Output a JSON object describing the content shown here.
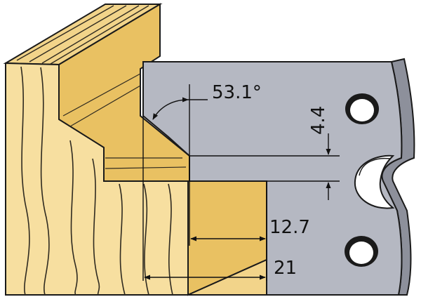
{
  "diagram": {
    "angle_label": "53.1°",
    "dimensions": {
      "height_small": "4.4",
      "width_inner": "12.7",
      "width_total": "21"
    }
  },
  "colors": {
    "wood_face": "#f7dfa0",
    "wood_top": "#f2d48a",
    "wood_profile": "#e9c162",
    "grain": "#2f2a20",
    "knife_fill": "#b5b8c2",
    "knife_edge": "#8d909b",
    "outline": "#1a1a1a",
    "background": "#ffffff"
  }
}
